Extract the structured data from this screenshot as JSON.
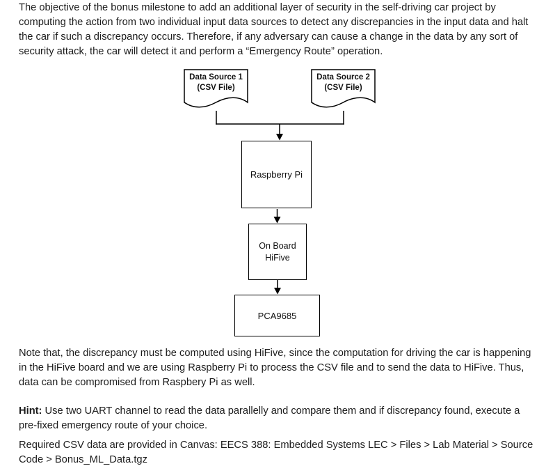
{
  "colors": {
    "text": "#1c1c1c",
    "diagram_line": "#000000",
    "background": "#ffffff"
  },
  "intro_paragraph": "The objective of the bonus milestone to add an additional layer of security in the self-driving car project by computing the action from two individual input data sources to detect any discrepancies in the input data and halt the car if such a discrepancy occurs. Therefore, if any adversary can cause a change in the data by any sort of security attack, the car will detect it and perform a “Emergency Route” operation.",
  "diagram": {
    "data_source_1": {
      "title": "Data Source 1",
      "subtitle": "(CSV File)"
    },
    "data_source_2": {
      "title": "Data Source 2",
      "subtitle": "(CSV File)"
    },
    "raspberry_pi_label": "Raspberry Pi",
    "hifive": {
      "line1": "On Board",
      "line2": "HiFive"
    },
    "pca9685_label": "PCA9685"
  },
  "note_paragraph": "Note that, the discrepancy must be computed using HiFive, since the computation for driving the car is happening in the HiFive board and we are using Raspberry Pi to process the CSV file and to send the data to HiFive. Thus, data can be compromised from Raspbery Pi as well.",
  "hint": {
    "label": "Hint:",
    "text": " Use two UART channel to read the data parallelly and compare them and if discrepancy found, execute a pre-fixed emergency route of your choice."
  },
  "resources_paragraph": "Required CSV data are provided in Canvas: EECS 388: Embedded Systems LEC > Files > Lab Material > Source Code > Bonus_ML_Data.tgz"
}
